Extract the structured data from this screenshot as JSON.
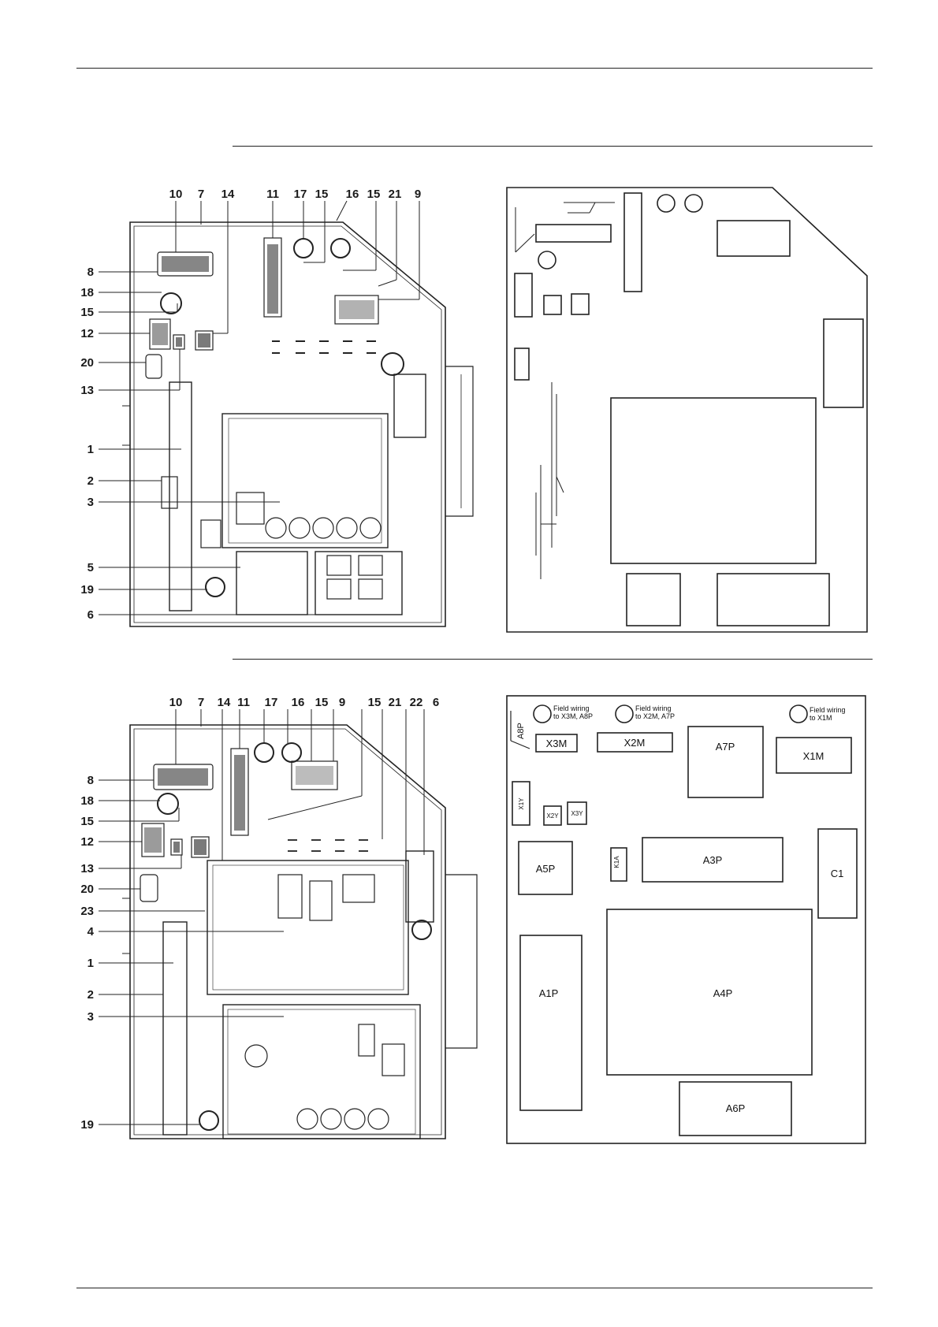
{
  "figure_top": {
    "callouts_top": [
      "10",
      "7",
      "14",
      "11",
      "17",
      "15",
      "16",
      "15",
      "21",
      "9"
    ],
    "callouts_left": [
      "8",
      "18",
      "15",
      "12",
      "20",
      "13",
      "1",
      "2",
      "3",
      "5",
      "19",
      "6"
    ]
  },
  "figure_bottom": {
    "callouts_top": [
      "10",
      "7",
      "14",
      "11",
      "17",
      "16",
      "15",
      "9",
      "15",
      "21",
      "22",
      "6"
    ],
    "callouts_left": [
      "8",
      "18",
      "15",
      "12",
      "13",
      "20",
      "23",
      "4",
      "1",
      "2",
      "3",
      "19"
    ]
  },
  "schematic_bottom": {
    "field_wiring_1": [
      "Field wiring",
      "to X3M, A8P"
    ],
    "field_wiring_2": [
      "Field wiring",
      "to X2M, A7P"
    ],
    "field_wiring_3": [
      "Field wiring",
      "to X1M"
    ],
    "labels": {
      "a8p": "A8P",
      "x3m": "X3M",
      "x2m": "X2M",
      "a7p": "A7P",
      "x1m": "X1M",
      "x1y": "X1Y",
      "x2y": "X2Y",
      "x3y": "X3Y",
      "a5p": "A5P",
      "k1a": "K1A",
      "a3p": "A3P",
      "c1": "C1",
      "a1p": "A1P",
      "a4p": "A4P",
      "a6p": "A6P"
    }
  }
}
